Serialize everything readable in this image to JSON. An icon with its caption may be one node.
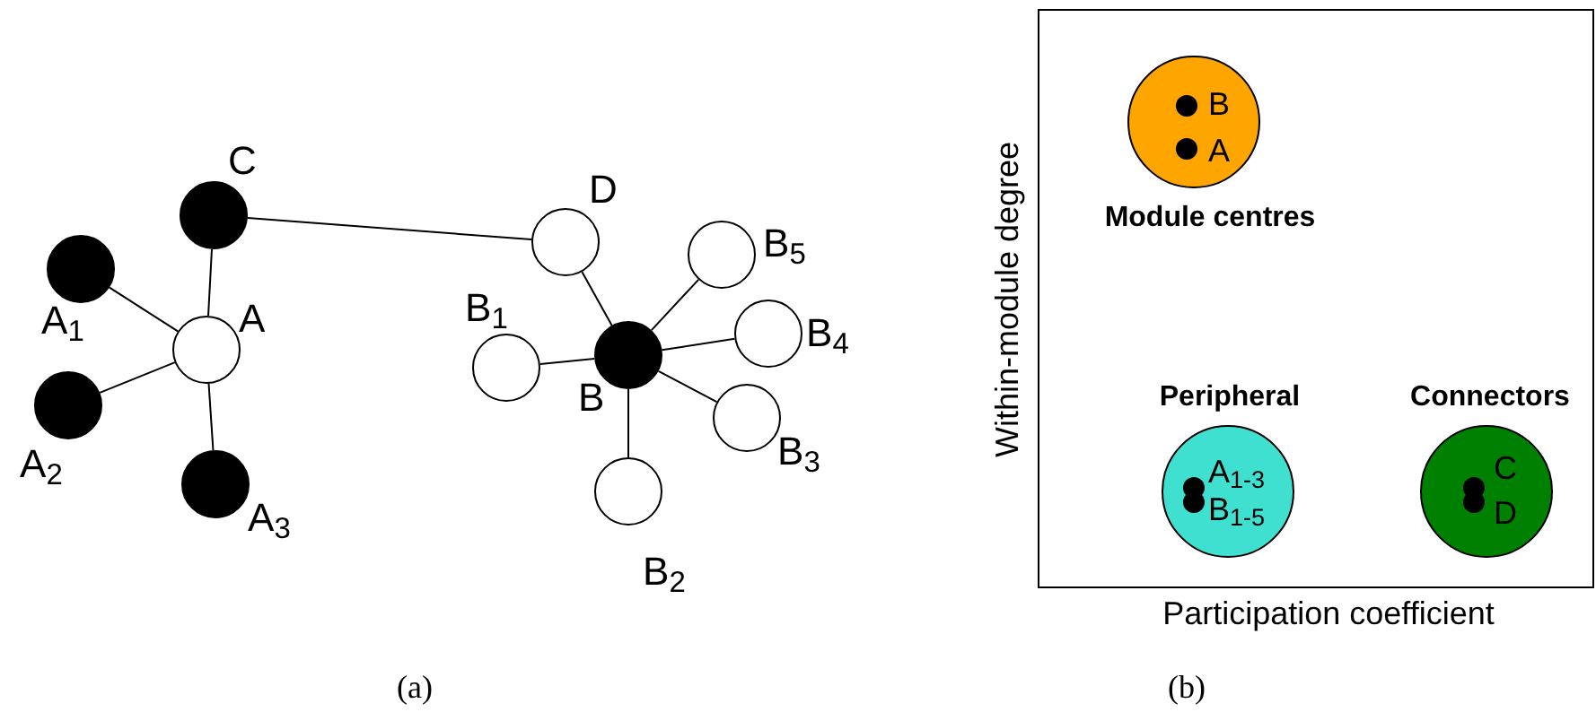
{
  "diagram": {
    "nodes": [
      {
        "text": [
          "C"
        ]
      },
      {
        "text": [
          "A$_{1}$"
        ]
      },
      {
        "text": [
          "A"
        ]
      },
      {
        "text": [
          "A$_{2}$"
        ]
      },
      {
        "text": [
          "A$_{3}$"
        ]
      },
      {
        "text": [
          "D"
        ]
      },
      {
        "text": [
          "B$_{5}$"
        ]
      },
      {
        "text": [
          "B$_{1}$"
        ]
      },
      {
        "text": [
          "B"
        ]
      },
      {
        "text": [
          "B$_{4}$"
        ]
      },
      {
        "text": [
          "B$_{3}$"
        ]
      },
      {
        "text": [
          "B$_{2}$"
        ]
      },
      {
        "text": [],
        "shape": "box"
      },
      {
        "text": [
          "B",
          "A",
          "Module centres"
        ],
        "in": 12
      },
      {
        "text": [
          "Peripheral",
          "A$_{1-3}$",
          "B$_{1-5}$"
        ],
        "in": 12
      },
      {
        "text": [
          "Connectors",
          "C",
          "D"
        ],
        "in": 12
      }
    ],
    "edges": [
      {
        "from": 0,
        "to": 2,
        "arrow": "none"
      },
      {
        "from": 1,
        "to": 2,
        "arrow": "none"
      },
      {
        "from": 3,
        "to": 2,
        "arrow": "none"
      },
      {
        "from": 2,
        "to": 4,
        "arrow": "none"
      },
      {
        "from": 0,
        "to": 5,
        "arrow": "none"
      },
      {
        "from": 5,
        "to": 8,
        "arrow": "none"
      },
      {
        "from": 7,
        "to": 8,
        "arrow": "none"
      },
      {
        "from": 8,
        "to": 6,
        "arrow": "none"
      },
      {
        "from": 8,
        "to": 9,
        "arrow": "none"
      },
      {
        "from": 8,
        "to": 10,
        "arrow": "none"
      },
      {
        "from": 8,
        "to": 11,
        "arrow": "none"
      }
    ],
    "labels": [
      "Within-module degree",
      "Participation coefficient",
      "(a)",
      "(b)"
    ]
  }
}
